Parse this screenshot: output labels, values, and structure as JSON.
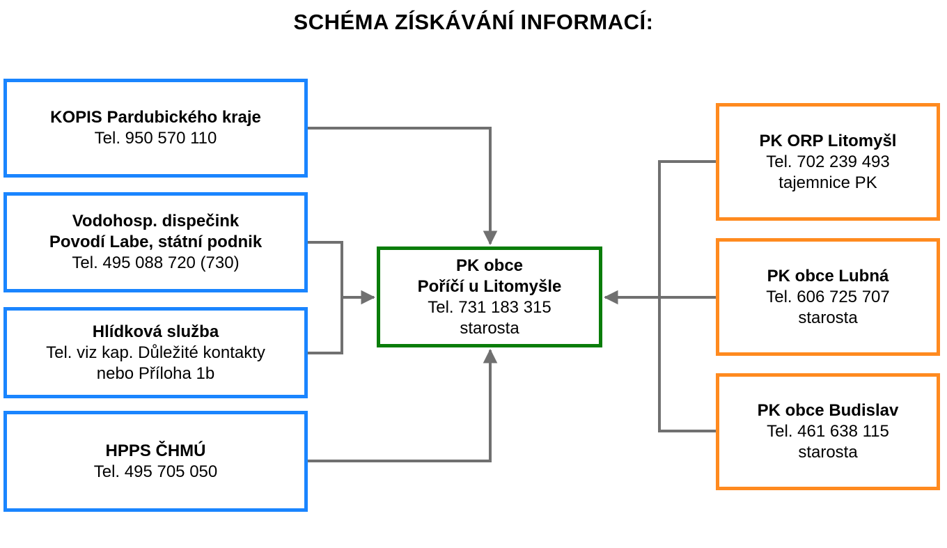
{
  "title": "SCHÉMA ZÍSKÁVÁNÍ INFORMACÍ:",
  "colors": {
    "left_box_border": "#1a85ff",
    "right_box_border": "#ff8a1f",
    "center_box_border": "#0a7d0a",
    "connector": "#707070"
  },
  "sources_left": [
    {
      "name": "KOPIS Pardubického kraje",
      "lines": [
        "Tel. 950 570 110"
      ]
    },
    {
      "name": "Vodohosp. dispečink",
      "name2": "Povodí Labe, státní podnik",
      "lines": [
        "Tel. 495 088 720 (730)"
      ]
    },
    {
      "name": "Hlídková služba",
      "lines": [
        "Tel. viz kap. Důležité kontakty",
        "nebo Příloha 1b"
      ]
    },
    {
      "name": "HPPS ČHMÚ",
      "lines": [
        "Tel. 495 705 050"
      ]
    }
  ],
  "center": {
    "name": "PK obce",
    "name2": "Poříčí u Litomyšle",
    "lines": [
      "Tel. 731 183 315",
      "starosta"
    ]
  },
  "sources_right": [
    {
      "name": "PK ORP Litomyšl",
      "lines": [
        "Tel.  702 239 493",
        "tajemnice PK"
      ]
    },
    {
      "name": "PK obce Lubná",
      "lines": [
        "Tel.  606 725 707",
        "starosta"
      ]
    },
    {
      "name": "PK obce Budislav",
      "lines": [
        "Tel.  461 638 115",
        "starosta"
      ]
    }
  ]
}
